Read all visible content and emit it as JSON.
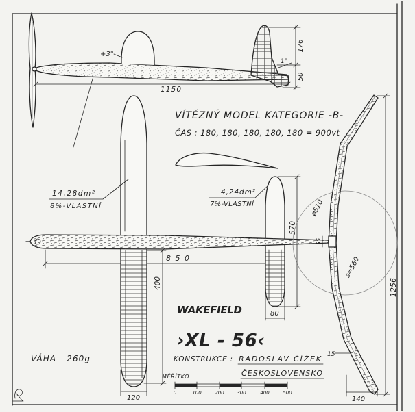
{
  "side_view": {
    "wing_incidence": "+3°",
    "tail_incidence": "1°",
    "length_dim": "1150",
    "fin_height_dim": "176",
    "fin_lower_dim": "50"
  },
  "header": {
    "title": "VÍTĚZNÝ MODEL KATEGORIE -B-",
    "flight_times": "ČAS : 180, 180, 180, 180, 180 = 900vt"
  },
  "wing": {
    "area": "14,28dm²",
    "airfoil": "8%-VLASTNÍ",
    "half_span_dim": "400",
    "chord_dim": "120"
  },
  "stabilizer": {
    "area": "4,24dm²",
    "airfoil": "7%-VLASTNÍ",
    "span_dim": "570",
    "chord_dim": "80"
  },
  "fuselage": {
    "moment_arm_dim": "850"
  },
  "propeller": {
    "diameter": "ø510",
    "hub_dim": "55",
    "pitch": "s=560",
    "length_dim": "1256",
    "tip_dim": "15",
    "width_dim": "140"
  },
  "model": {
    "category": "WAKEFIELD",
    "name": "›XL - 56‹"
  },
  "credits": {
    "label": "KONSTRUKCE :",
    "designer": "RADOSLAV ČÍŽEK",
    "country": "ČESKOSLOVENSKO"
  },
  "scale": {
    "label": "MĚŘÍTKO :",
    "ticks": [
      "0",
      "100",
      "200",
      "300",
      "400",
      "500"
    ]
  },
  "weight": "VÁHA - 260g",
  "colors": {
    "paper": "#f8f8f5",
    "ink": "#262626",
    "construction_line": "#8a8a8a"
  }
}
